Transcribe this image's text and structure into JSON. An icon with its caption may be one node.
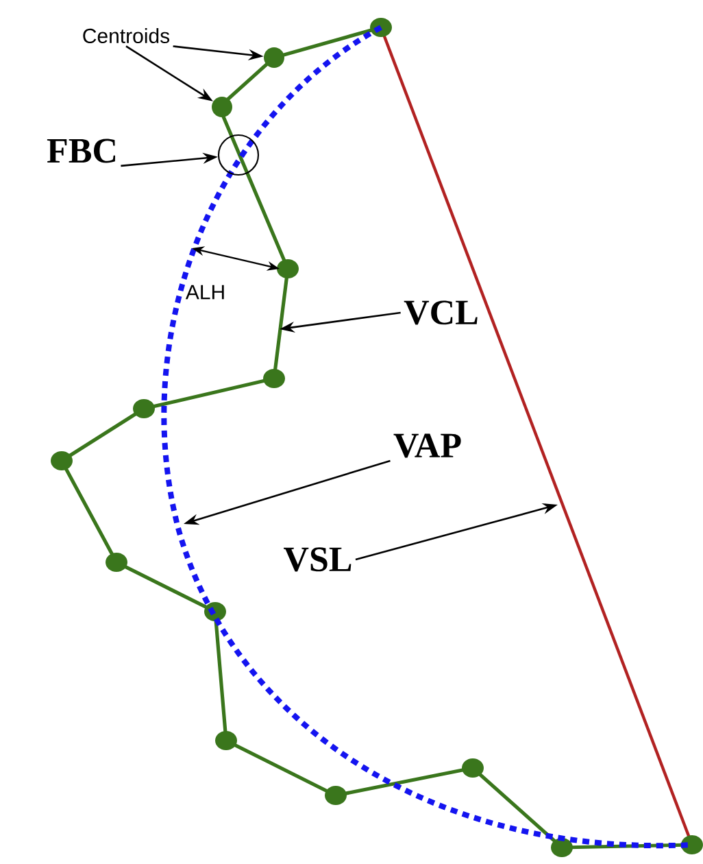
{
  "diagram": {
    "nodes": [
      {
        "text": [
          "Centroids"
        ]
      },
      {
        "text": [],
        "shape": "circle"
      },
      {
        "text": [],
        "shape": "circle"
      },
      {
        "text": [
          "FBC"
        ]
      },
      {
        "text": [],
        "shape": "circle"
      },
      {
        "text": [
          "VCL"
        ]
      },
      {
        "text": [
          "VAP"
        ]
      },
      {
        "text": [
          "VSL"
        ]
      }
    ],
    "edges": [
      {
        "from": 0,
        "to": 1,
        "arrow": "to"
      },
      {
        "from": 0,
        "to": 2,
        "arrow": "to"
      },
      {
        "from": 3,
        "to": 4,
        "arrow": "to"
      },
      {
        "from": 5,
        "to": null,
        "arrow": "to"
      },
      {
        "from": 6,
        "to": null,
        "arrow": "to"
      },
      {
        "from": 7,
        "to": null,
        "arrow": "to"
      }
    ],
    "labels": [
      "ALH"
    ]
  }
}
